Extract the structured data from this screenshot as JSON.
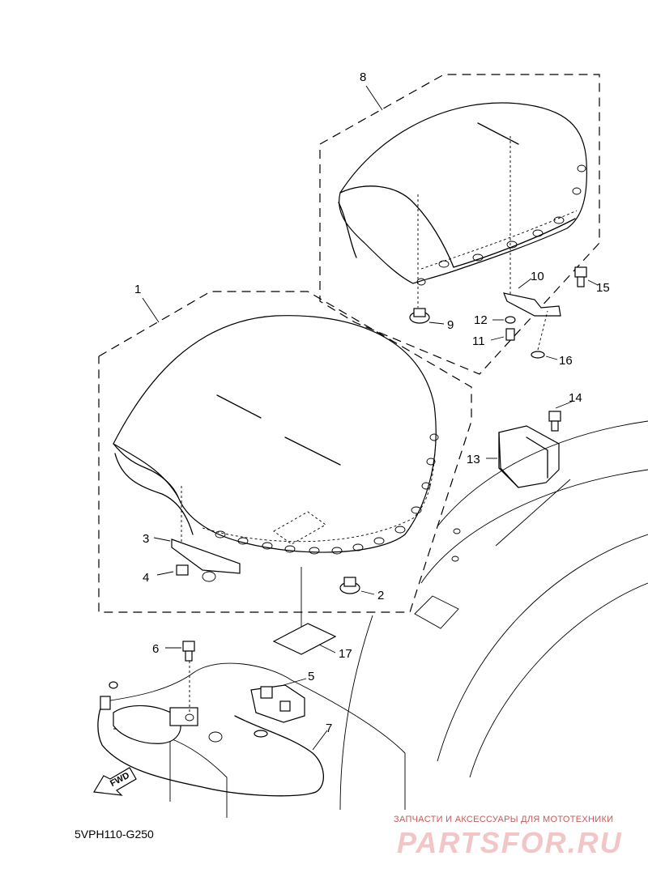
{
  "callouts": [
    {
      "id": "1",
      "label": "1"
    },
    {
      "id": "2",
      "label": "2"
    },
    {
      "id": "3",
      "label": "3"
    },
    {
      "id": "4",
      "label": "4"
    },
    {
      "id": "5",
      "label": "5"
    },
    {
      "id": "6",
      "label": "6"
    },
    {
      "id": "7",
      "label": "7"
    },
    {
      "id": "8",
      "label": "8"
    },
    {
      "id": "9",
      "label": "9"
    },
    {
      "id": "10",
      "label": "10"
    },
    {
      "id": "11",
      "label": "11"
    },
    {
      "id": "12",
      "label": "12"
    },
    {
      "id": "13",
      "label": "13"
    },
    {
      "id": "14",
      "label": "14"
    },
    {
      "id": "15",
      "label": "15"
    },
    {
      "id": "16",
      "label": "16"
    },
    {
      "id": "17",
      "label": "17"
    }
  ],
  "fwd_label": "FWD",
  "diagram_code": "5VPH110-G250",
  "watermark": {
    "tagline": "ЗАПЧАСТИ И АКСЕССУАРЫ ДЛЯ МОТОТЕХНИКИ",
    "logo": "PARTSFOR.RU",
    "color": "#c45a5a"
  }
}
